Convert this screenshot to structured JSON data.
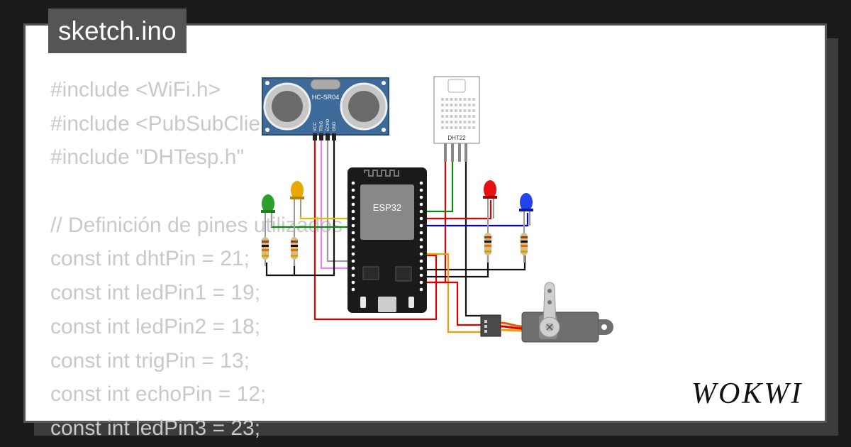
{
  "title": "sketch.ino",
  "code_lines": [
    "#include <WiFi.h>",
    "#include <PubSubClient.h>",
    "#include \"DHTesp.h\"",
    "",
    "// Definición de pines utilizados",
    "const int dhtPin = 21;",
    "const int ledPin1 = 19;",
    "const int ledPin2 = 18;",
    "const int trigPin = 13;",
    "const int echoPin = 12;",
    "const int ledPin3 = 23;"
  ],
  "components": {
    "ultrasonic": {
      "label": "HC-SR04",
      "pins": [
        "VCC",
        "TRIG",
        "ECHO",
        "GND"
      ]
    },
    "dht": {
      "label": "DHT22"
    },
    "mcu": {
      "label": "ESP32"
    }
  },
  "brand": "WOKWI",
  "colors": {
    "background": "#1a1a1a",
    "tab": "#555555",
    "code_text": "#c9c9c9",
    "sensor_blue": "#3d6a99",
    "esp_body": "#1a1a1a",
    "wire_red": "#e00000",
    "wire_green": "#0a8a0a",
    "wire_blue": "#0000dd",
    "wire_yellow": "#e6b800",
    "wire_orange": "#f59a00",
    "wire_violet": "#ee82ee"
  }
}
